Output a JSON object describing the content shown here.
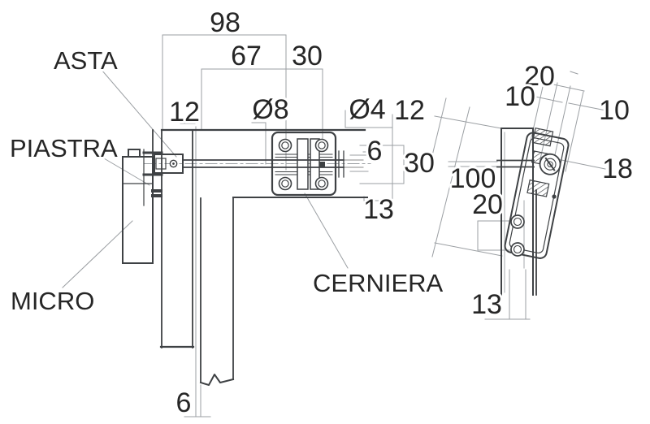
{
  "part_labels": {
    "asta": "ASTA",
    "piastra": "PIASTRA",
    "micro": "MICRO",
    "cerniera": "CERNIERA"
  },
  "front_dims": {
    "total_98": "98",
    "length_67": "67",
    "spacing_30_h": "30",
    "offset_12_left": "12",
    "dia_8": "Ø8",
    "dia_4": "Ø4",
    "offset_12_right": "12",
    "tip_6": "6",
    "spacing_30_v": "30",
    "offset_13": "13",
    "thickness_6": "6"
  },
  "side_dims": {
    "width_20": "20",
    "offset_10_left": "10",
    "offset_10_right": "10",
    "length_100": "100",
    "spacing_20": "20",
    "knuckle_18": "18",
    "offset_13": "13"
  },
  "colors": {
    "line": "#3e4144",
    "dim": "#9b9fa3",
    "text": "#262626",
    "background": "#ffffff"
  }
}
